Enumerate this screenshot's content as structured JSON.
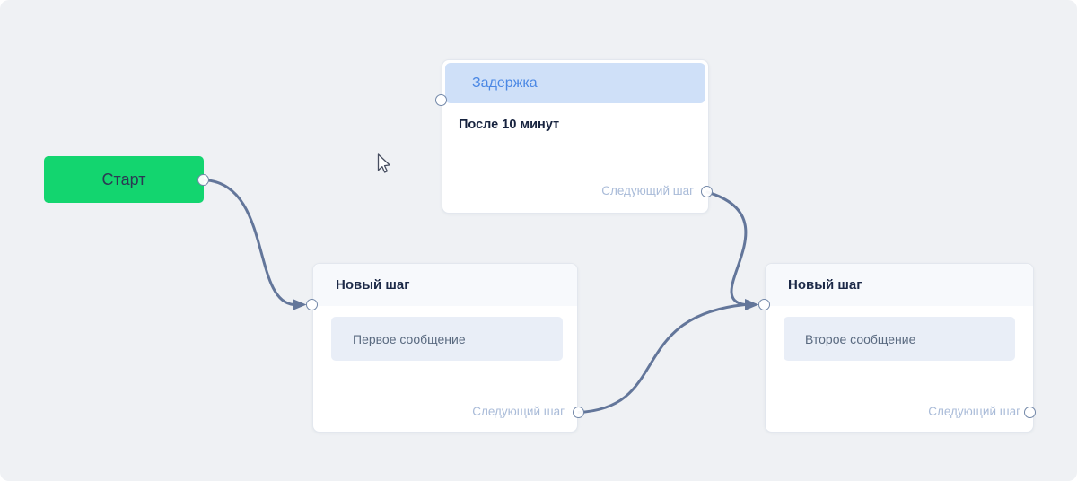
{
  "canvas": {
    "background_color": "#eff1f4",
    "edge_color": "#63769a",
    "port_border_color": "#7287a8"
  },
  "start_node": {
    "label": "Старт",
    "background_color": "#13d56f",
    "text_color": "#2b3a53"
  },
  "delay_node": {
    "title": "Задержка",
    "title_color": "#4a87e4",
    "header_color": "#cfe0f8",
    "body_text": "После 10 минут",
    "next_step_label": "Следующий шаг"
  },
  "step_nodes": [
    {
      "title": "Новый шаг",
      "message": "Первое сообщение",
      "next_step_label": "Следующий шаг"
    },
    {
      "title": "Новый шаг",
      "message": "Второе сообщение",
      "next_step_label": "Следующий шаг"
    }
  ],
  "labels": {
    "next_step_color": "#a9bbd8"
  }
}
